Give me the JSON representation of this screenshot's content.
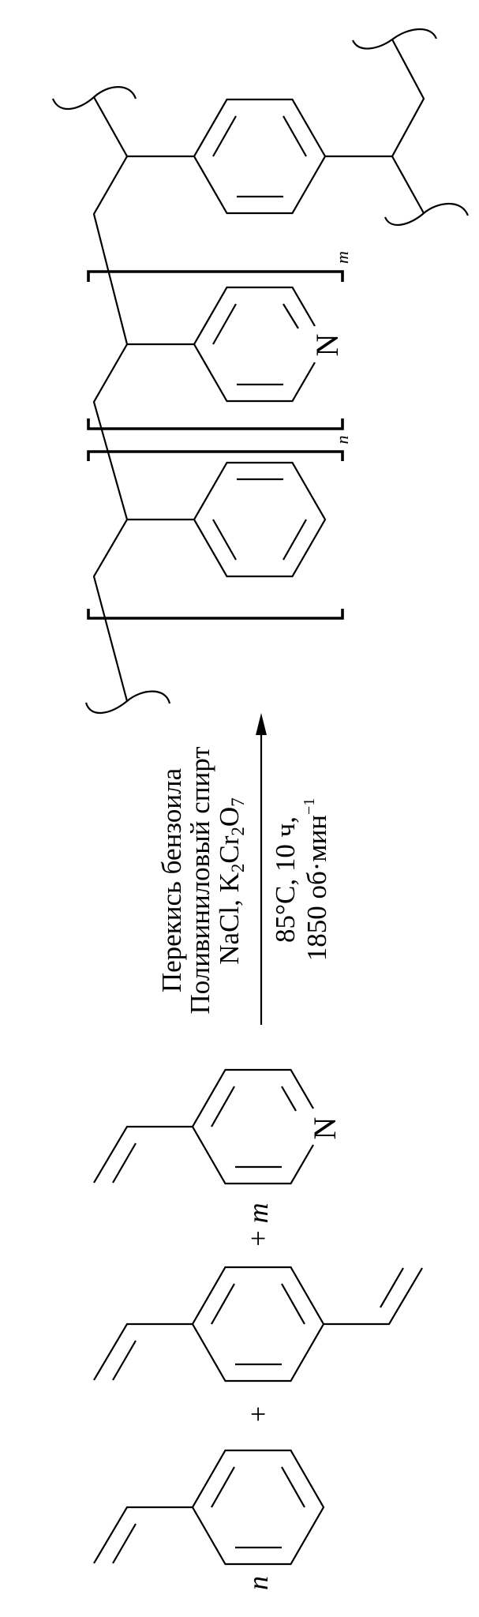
{
  "reagents": {
    "line1": "Перекись бензоила",
    "line2": "Поливиниловый спирт",
    "line3": {
      "a": "NaCl, K",
      "b": "2",
      "c": "Cr",
      "d": "2",
      "e": "O",
      "f": "7"
    }
  },
  "conditions": {
    "line1": "85°C, 10 ч,",
    "line2": {
      "main": "1850 об·мин",
      "sup": "−1"
    }
  },
  "monomers": {
    "coef_n": "n",
    "plus1": "+",
    "plus2": "+",
    "coef_m": "m",
    "pyridine_N": "N"
  },
  "polymer": {
    "pyridine_N": "N",
    "bracket_m": "m",
    "bracket_n": "n"
  }
}
